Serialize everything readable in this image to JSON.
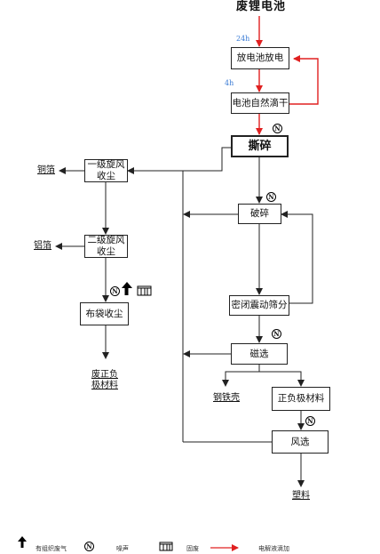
{
  "title": "废锂电池",
  "times": {
    "t1": "24h",
    "t2": "4h"
  },
  "nodes": {
    "discharge": "放电池放电",
    "dry": "电池自然滴干",
    "shred": "撕碎",
    "crush": "破碎",
    "cyclone1": [
      "一级旋风",
      "收尘"
    ],
    "cyclone2": [
      "二级旋风",
      "收尘"
    ],
    "bag": "布袋收尘",
    "screen": "密闭震动筛分",
    "magnetic": "磁选",
    "electrode": "正负极材料",
    "air": "风选"
  },
  "outputs": {
    "copper": "铜箔",
    "aluminum": "铝箔",
    "pos_neg": [
      "废正负",
      "极材料"
    ],
    "steel": "钢铁壳",
    "plastic": "塑料"
  },
  "legend": {
    "gas": "有组织废气",
    "noise": "噪声",
    "solid": "固废",
    "electrolyte": "电解液滴加"
  },
  "colors": {
    "red": "#e02020",
    "line": "#222222",
    "blue": "#3a7bd5"
  }
}
